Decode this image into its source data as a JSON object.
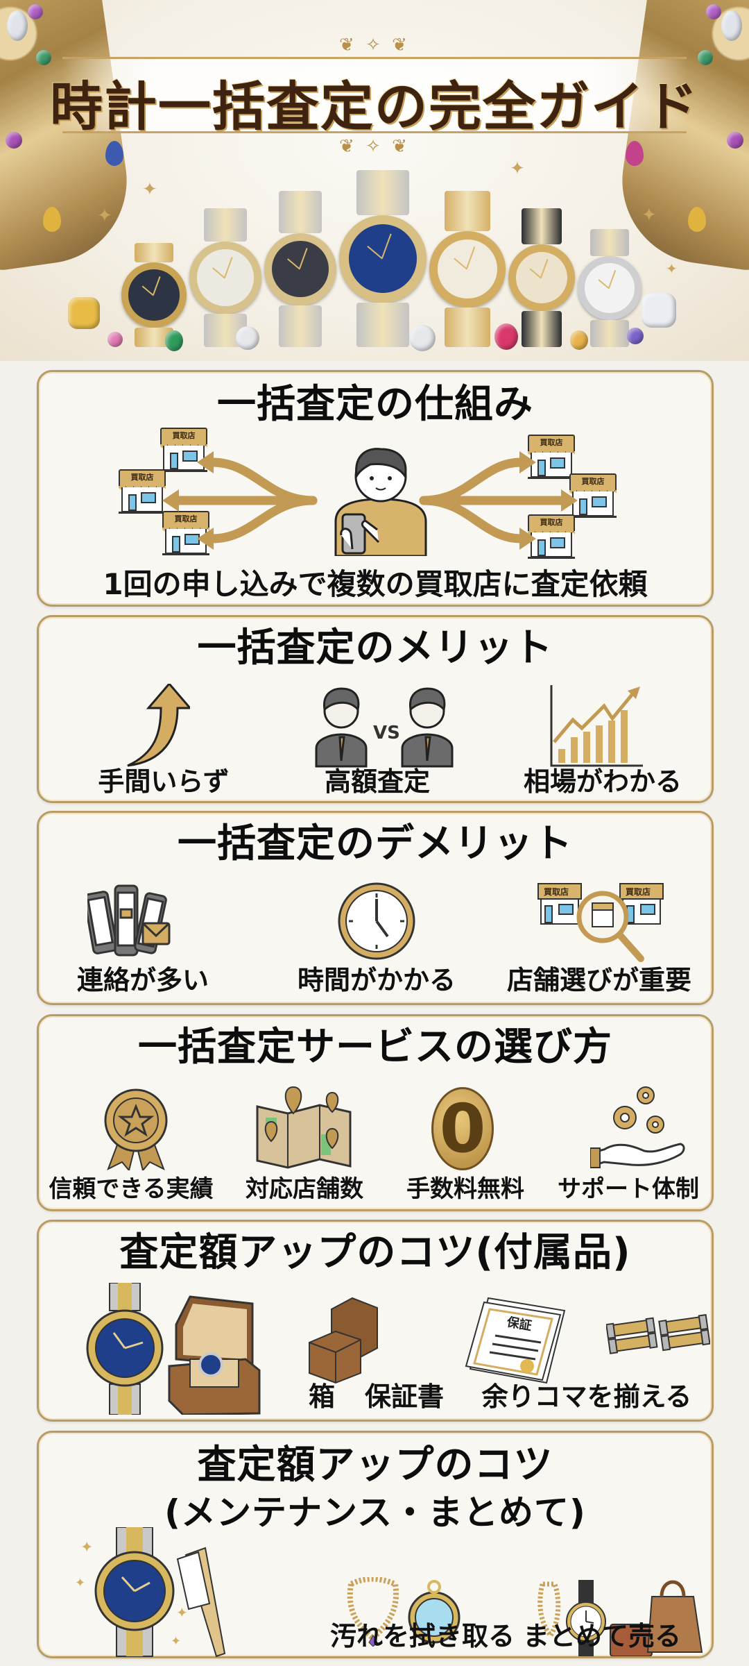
{
  "hero": {
    "title": "時計一括査定の完全ガイド",
    "flourish_top": "❦ ✧ ❦",
    "flourish_bottom": "❦ ✧ ❦",
    "watches": [
      {
        "name": "gold-black-dial-watch",
        "case": "#c9a455",
        "dial": "#2d3444",
        "band": "#d2ad62"
      },
      {
        "name": "two-tone-white-dial-watch",
        "case": "#d8c28c",
        "dial": "#ece9e0",
        "band": "#c4c4c4"
      },
      {
        "name": "two-tone-dark-dial-watch",
        "case": "#d8c28c",
        "dial": "#3a3d45",
        "band": "#c4c4c4"
      },
      {
        "name": "two-tone-blue-dial-watch",
        "case": "#d8bf84",
        "dial": "#1f3f8a",
        "band": "#c4c4c4"
      },
      {
        "name": "gold-cream-dial-watch",
        "case": "#d3ae62",
        "dial": "#f0ebdc",
        "band": "#d5b068"
      },
      {
        "name": "black-gold-chrono-watch",
        "case": "#d3ae62",
        "dial": "#ede3cc",
        "band": "#2b2d31"
      },
      {
        "name": "steel-chrono-watch",
        "case": "#cfcfd2",
        "dial": "#f2f2f2",
        "band": "#bcbcc0"
      }
    ]
  },
  "sections": [
    {
      "title": "一括査定の仕組み",
      "shop_label": "買取店",
      "caption": "1回の申し込みで複数の買取店に査定依頼"
    },
    {
      "title": "一括査定のメリット",
      "items": [
        {
          "label": "手間いらず",
          "icon": "up-arrow-icon"
        },
        {
          "label": "高額査定",
          "icon": "competing-buyers-icon",
          "vs": "VS"
        },
        {
          "label": "相場がわかる",
          "icon": "rising-chart-icon"
        }
      ]
    },
    {
      "title": "一括査定のデメリット",
      "items": [
        {
          "label": "連絡が多い",
          "icon": "phones-mail-icon"
        },
        {
          "label": "時間がかかる",
          "icon": "clock-icon"
        },
        {
          "label": "店舗選びが重要",
          "icon": "shop-magnifier-icon",
          "shop_label": "買取店"
        }
      ]
    },
    {
      "title": "一括査定サービスの選び方",
      "items": [
        {
          "label": "信頼できる実績",
          "icon": "award-ribbon-icon"
        },
        {
          "label": "対応店舗数",
          "icon": "map-pins-icon"
        },
        {
          "label": "手数料無料",
          "icon": "zero-fee-icon",
          "glyph": "0"
        },
        {
          "label": "サポート体制",
          "icon": "hand-gears-icon"
        }
      ]
    },
    {
      "title": "査定額アップのコツ(付属品)",
      "items": [
        {
          "label": "箱",
          "icon": "watch-box-icon"
        },
        {
          "label": "保証書",
          "icon": "warranty-certificate-icon",
          "doc_label": "保証"
        },
        {
          "label": "余りコマを揃える",
          "icon": "spare-links-icon"
        }
      ]
    },
    {
      "title": "査定額アップのコツ",
      "subtitle": "(メンテナンス・まとめて)",
      "items": [
        {
          "label": "汚れを拭き取る",
          "icon": "jewelry-cleaning-icon"
        },
        {
          "label": "まとめて売る",
          "icon": "bundle-items-icon"
        }
      ]
    }
  ],
  "colors": {
    "gold": "#c29a53",
    "card_border": "#b99b66",
    "card_bg": "#f9f7f2",
    "title_brown": "#3e2410",
    "page_bg": "#f3f1ec"
  }
}
